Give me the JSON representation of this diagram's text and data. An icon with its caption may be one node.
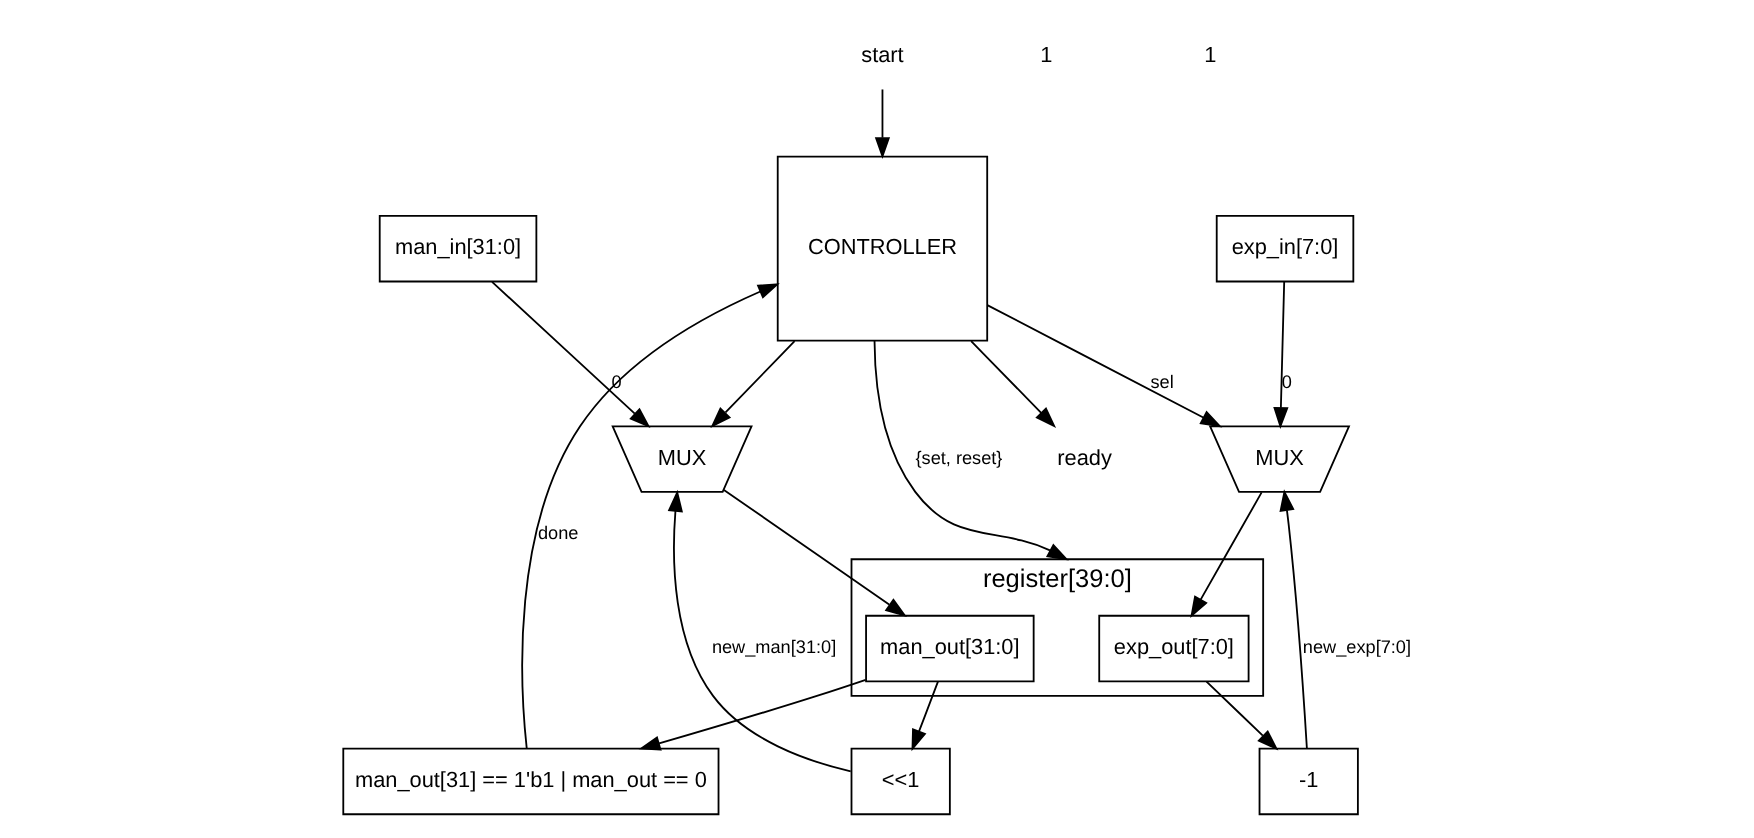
{
  "diagram": {
    "nodes": [
      {
        "text": [
          "start"
        ]
      },
      {
        "text": [
          "ready"
        ]
      },
      {
        "text": [
          "CONTROLLER"
        ]
      },
      {
        "text": [
          "exp_in[7:0]"
        ]
      },
      {
        "text": [
          "man_in[31:0]"
        ]
      },
      {
        "text": [
          "MUX"
        ]
      },
      {
        "text": [
          "MUX"
        ]
      },
      {
        "text": [
          "register[39:0]"
        ]
      },
      {
        "text": [
          "exp_out[7:0]"
        ],
        "in": 7
      },
      {
        "text": [
          "man_out[31:0]"
        ],
        "in": 7
      },
      {
        "text": [
          "-1"
        ]
      },
      {
        "text": [
          "<<1"
        ]
      },
      {
        "text": [
          "man_out[31] == 1'b1 | man_out == 0"
        ]
      }
    ],
    "edges": [
      {
        "from": 0,
        "to": 2,
        "arrow": "to"
      },
      {
        "from": 2,
        "to": 1,
        "arrow": "to"
      },
      {
        "from": 2,
        "to": 5,
        "arrow": "to",
        "label": "sel"
      },
      {
        "from": 2,
        "to": 6,
        "arrow": "to"
      },
      {
        "from": 2,
        "to": 7,
        "arrow": "to",
        "label": "{set, reset}"
      },
      {
        "from": 3,
        "to": 5,
        "arrow": "to",
        "label": "0"
      },
      {
        "from": 10,
        "to": 5,
        "arrow": "to",
        "label": "new_exp[7:0]"
      },
      {
        "from": 4,
        "to": 6,
        "arrow": "to",
        "label": "0"
      },
      {
        "from": 11,
        "to": 6,
        "arrow": "to",
        "label": "new_man[31:0]"
      },
      {
        "from": 5,
        "to": 8,
        "arrow": "to"
      },
      {
        "from": 6,
        "to": 9,
        "arrow": "to"
      },
      {
        "from": 8,
        "to": 10,
        "arrow": "to"
      },
      {
        "from": 9,
        "to": 11,
        "arrow": "to"
      },
      {
        "from": 9,
        "to": 12,
        "arrow": "to"
      },
      {
        "from": 12,
        "to": 2,
        "arrow": "to",
        "label": "done"
      }
    ],
    "labels": [
      "1",
      "1"
    ]
  }
}
